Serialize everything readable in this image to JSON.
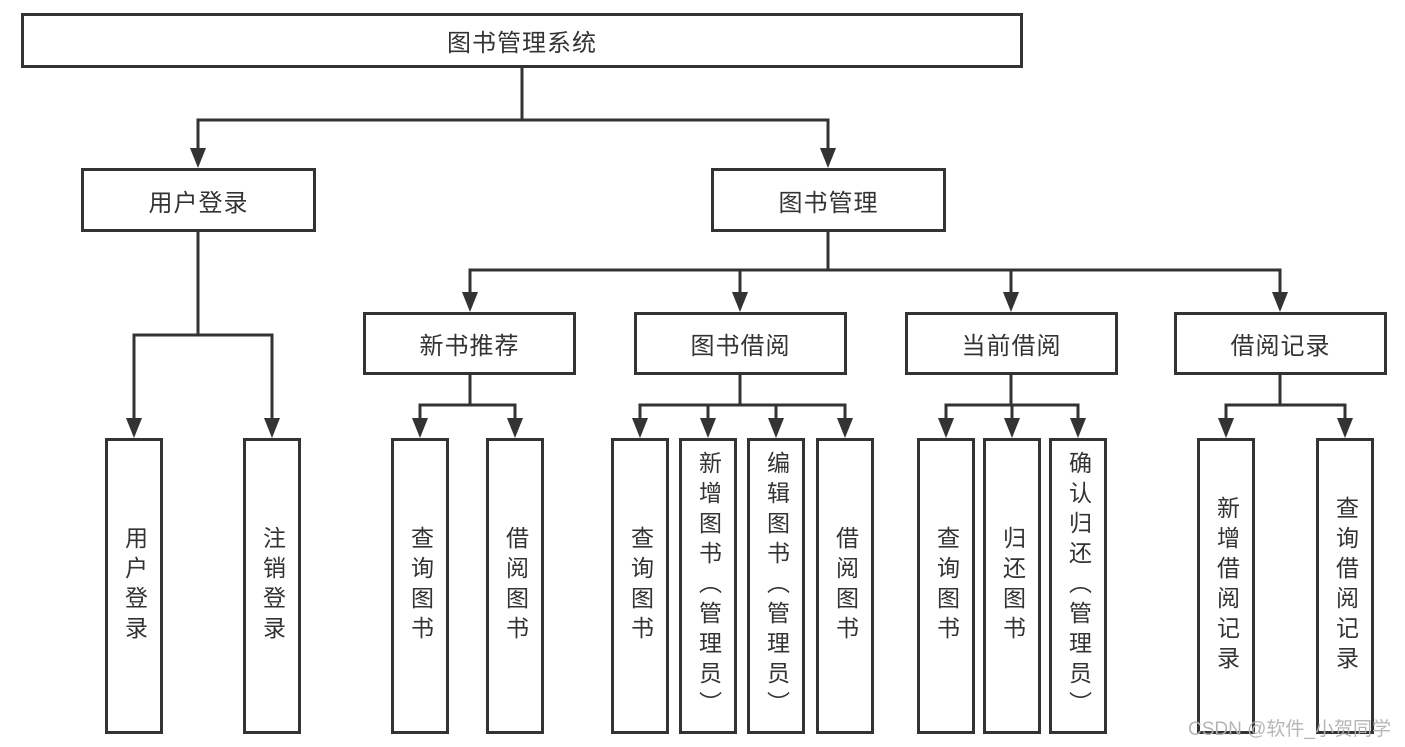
{
  "colors": {
    "line": "#333333",
    "box_border": "#333333",
    "box_fill": "#ffffff",
    "text": "#333333",
    "background": "#ffffff",
    "watermark": "#b2b2b2"
  },
  "tree": {
    "root": "图书管理系统",
    "branches": [
      {
        "label": "用户登录",
        "children": [
          "用户登录",
          "注销登录"
        ]
      },
      {
        "label": "图书管理",
        "sections": [
          {
            "label": "新书推荐",
            "children": [
              "查询图书",
              "借阅图书"
            ]
          },
          {
            "label": "图书借阅",
            "children": [
              "查询图书",
              "新增图书（管理员）",
              "编辑图书（管理员）",
              "借阅图书"
            ]
          },
          {
            "label": "当前借阅",
            "children": [
              "查询图书",
              "归还图书",
              "确认归还（管理员）"
            ]
          },
          {
            "label": "借阅记录",
            "children": [
              "新增借阅记录",
              "查询借阅记录"
            ]
          }
        ]
      }
    ]
  },
  "watermark": "CSDN @软件_小贺同学"
}
